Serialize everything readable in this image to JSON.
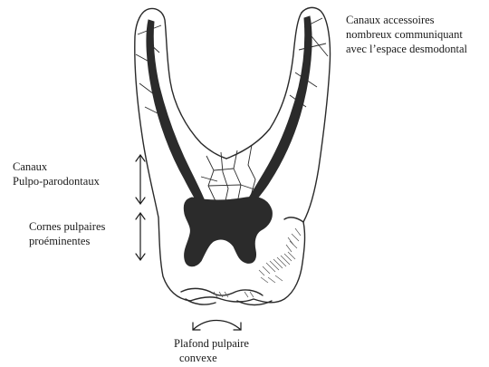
{
  "labels": {
    "accessory_canals": {
      "line1": "Canaux accessoires",
      "line2": "nombreux communiquant",
      "line3": "avec l’espace desmodontal"
    },
    "pulp_canals": {
      "line1": "Canaux",
      "line2": "Pulpo-parodontaux"
    },
    "pulp_horns": {
      "line1": "Cornes pulpaires",
      "line2": "proéminentes"
    },
    "pulp_roof": {
      "line1": "Plafond pulpaire",
      "line2": "convexe"
    }
  },
  "colors": {
    "outline": "#2a2a2a",
    "pulp": "#2b2b2b",
    "hatch": "#555555"
  },
  "icons": [
    "double-arrow-icon",
    "curved-arrow-icon"
  ]
}
